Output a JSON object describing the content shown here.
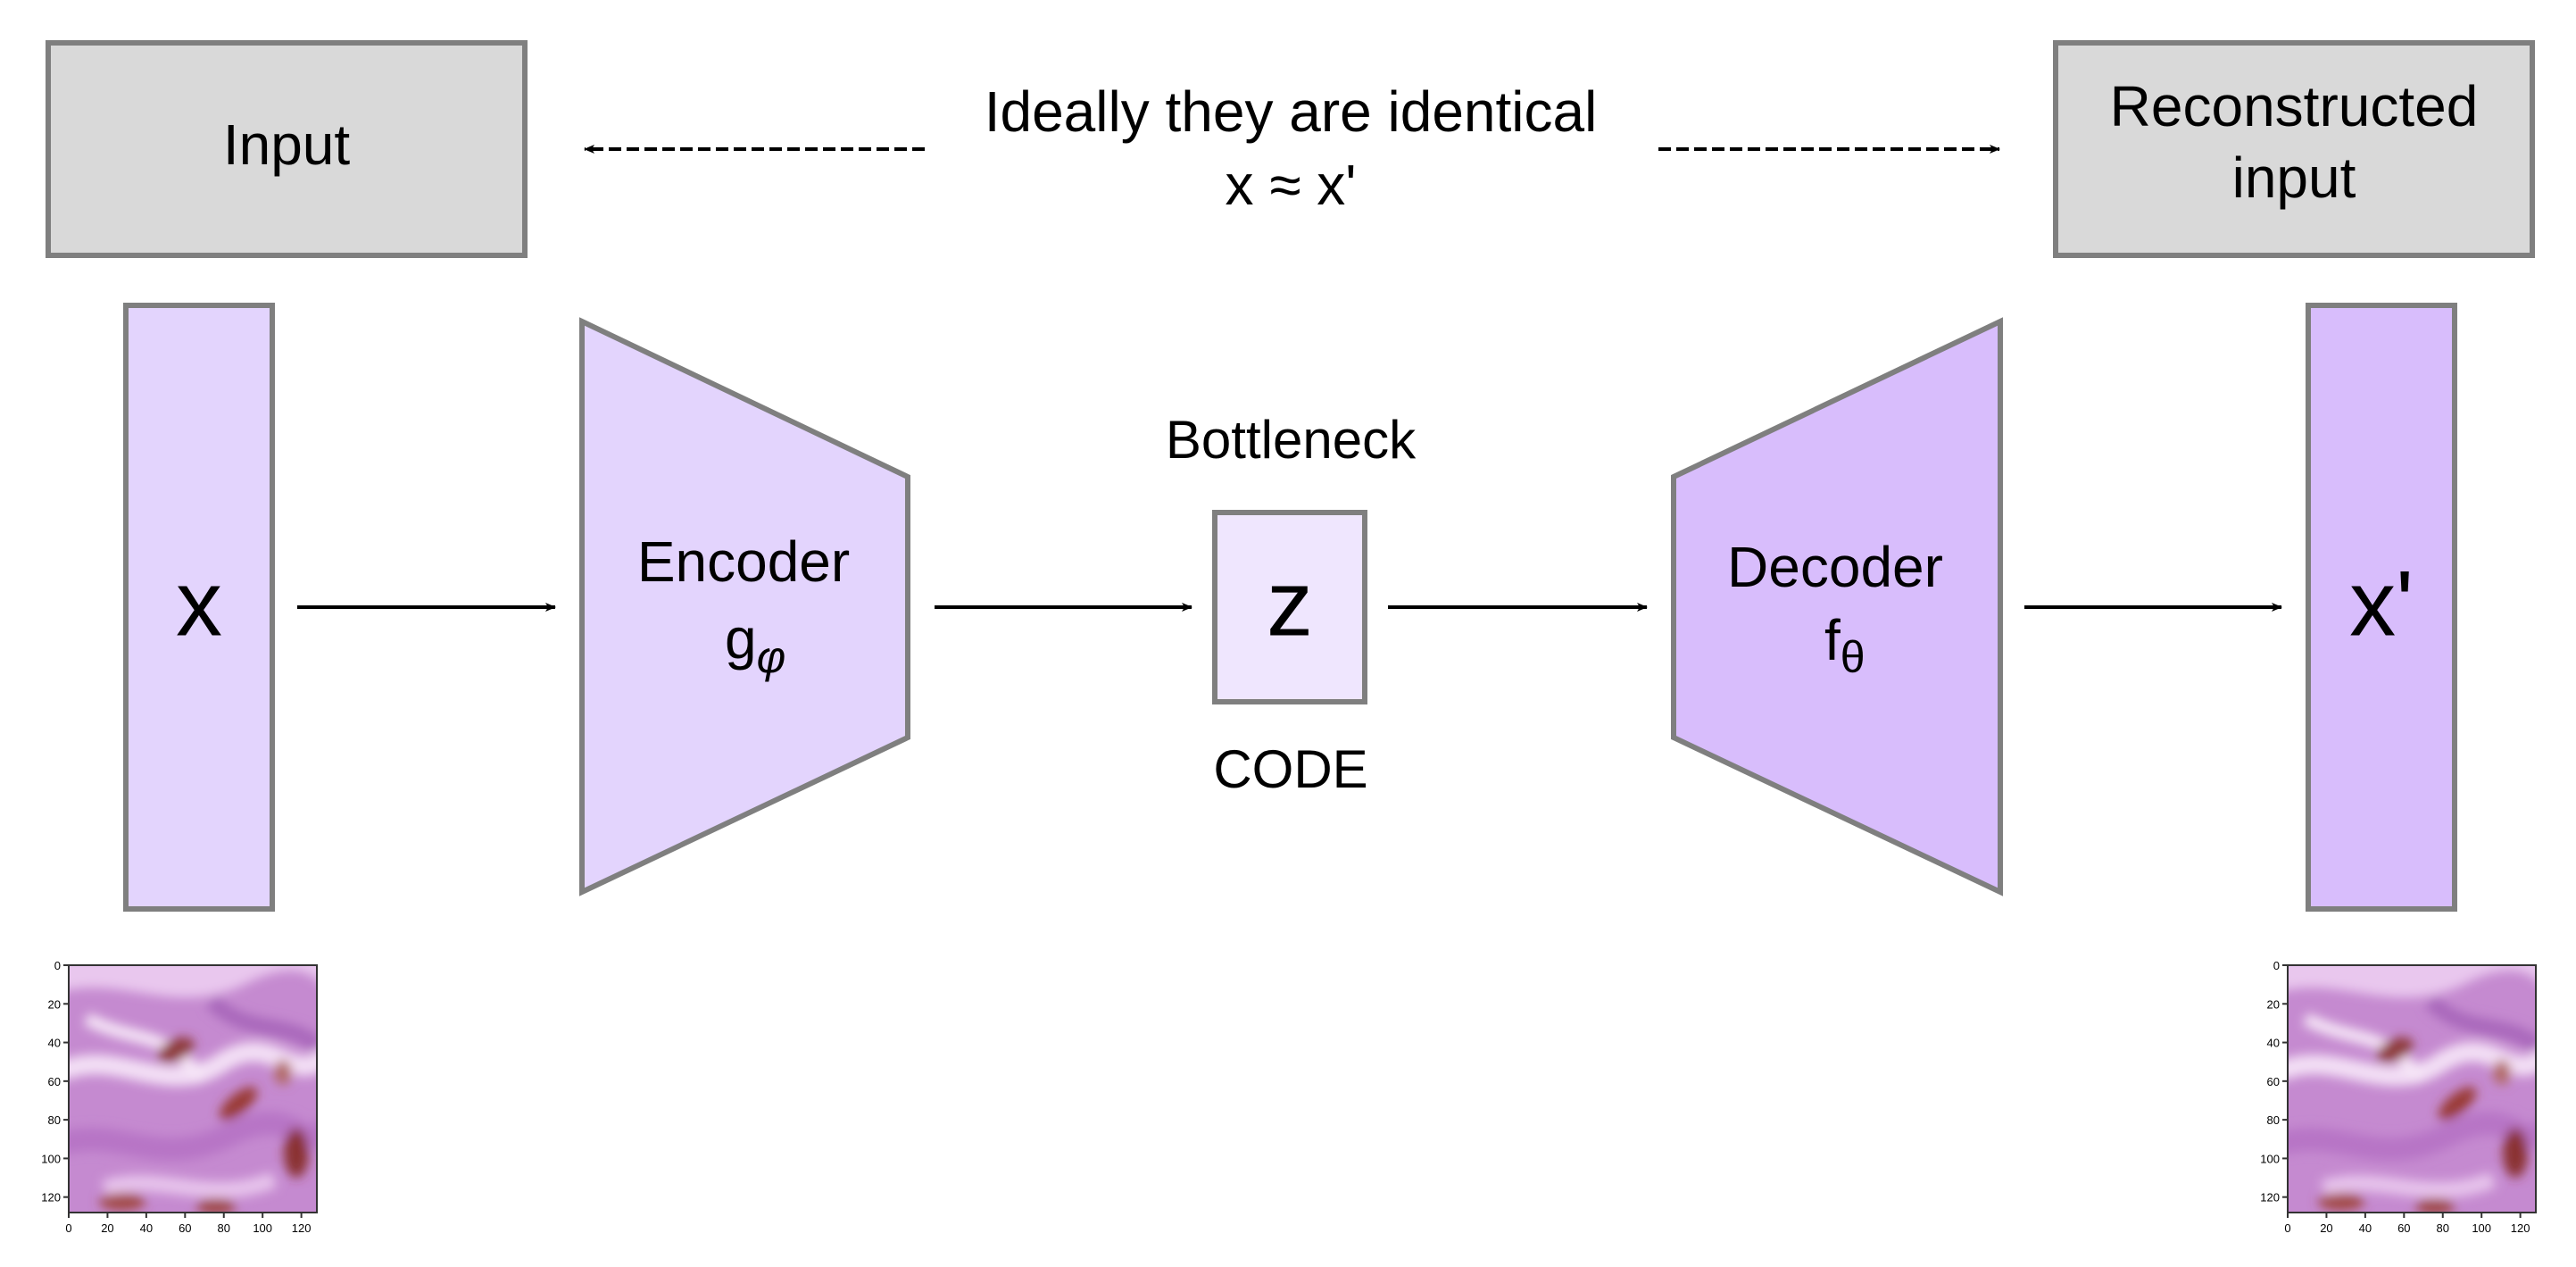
{
  "labels": {
    "input": "Input",
    "reconstructed_line1": "Reconstructed",
    "reconstructed_line2": "input",
    "ideal_line1": "Ideally they are identical",
    "ideal_line2": "x ≈ x'",
    "x": "x",
    "encoder": "Encoder",
    "encoder_fn": "g",
    "encoder_sub": "φ",
    "bottleneck": "Bottleneck",
    "z": "z",
    "code": "CODE",
    "decoder": "Decoder",
    "decoder_fn": "f",
    "decoder_sub": "θ",
    "x_prime": "x'"
  },
  "plots": {
    "input": {
      "xticks": [
        "0",
        "20",
        "40",
        "60",
        "80",
        "100",
        "120"
      ],
      "yticks": [
        "0",
        "20",
        "40",
        "60",
        "80",
        "100",
        "120"
      ]
    },
    "output": {
      "xticks": [
        "0",
        "20",
        "40",
        "60",
        "80",
        "100",
        "120"
      ],
      "yticks": [
        "0",
        "20",
        "40",
        "60",
        "80",
        "100",
        "120"
      ]
    }
  },
  "colors": {
    "box_gray": "#d9d9d9",
    "stroke": "#7f7f7f",
    "x_fill": "#e3d4fd",
    "encoder_fill": "#e3d4fd",
    "z_fill": "#efe6fe",
    "decoder_fill": "#d8bdfc",
    "xprime_fill": "#d8bdfc",
    "tissue_base": "#c58ad0"
  }
}
